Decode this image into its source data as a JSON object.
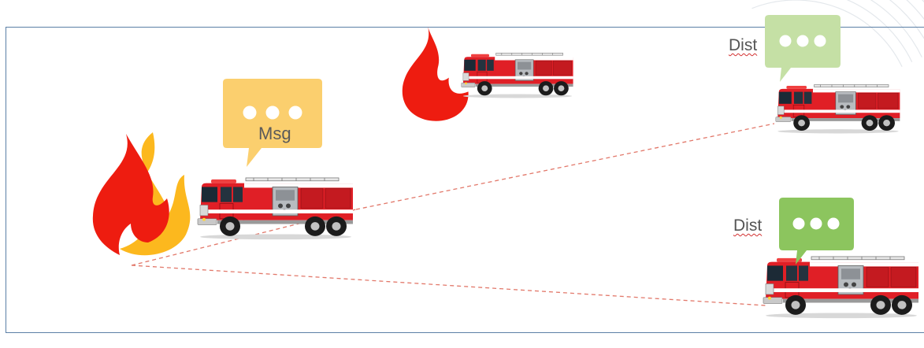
{
  "diagram": {
    "labels": {
      "message": "Msg",
      "distance_upper": "Dist",
      "distance_lower": "Dist"
    },
    "icons": {
      "fire": "fire-icon",
      "fire_truck": "fire-truck-icon",
      "speech_bubble": "speech-bubble-icon"
    },
    "colors": {
      "frame_border": "#5b7fa6",
      "flame_red": "#ee1c10",
      "flame_yellow": "#fcb81e",
      "msg_bubble": "#fbcf6e",
      "dist_bubble_light": "#c5e0a5",
      "dist_bubble_dark": "#8cc55e",
      "dashed_line": "#e2786a",
      "truck_red": "#e01f26"
    }
  }
}
